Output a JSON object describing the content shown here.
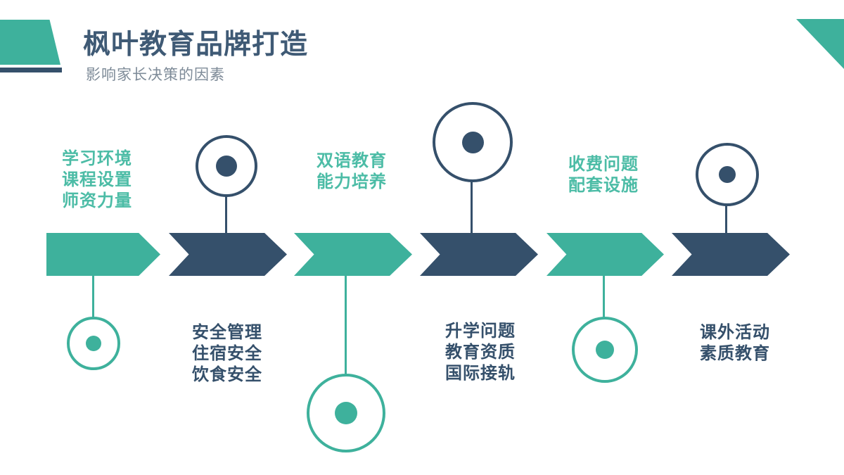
{
  "slide": {
    "title": "枫叶教育品牌打造",
    "subtitle": "影响家长决策的因素"
  },
  "colors": {
    "teal": "#3EB19C",
    "teal-text": "#4CBCA6",
    "navy": "#35506B",
    "title-navy": "#3F5A75",
    "subtitle-gray": "#7E8B98"
  },
  "timeline": {
    "steps": [
      {
        "accent": "teal",
        "label_position": "above",
        "lines": [
          "学习环境",
          "课程设置",
          "师资力量"
        ]
      },
      {
        "accent": "navy",
        "label_position": "below",
        "lines": [
          "安全管理",
          "住宿安全",
          "饮食安全"
        ]
      },
      {
        "accent": "teal",
        "label_position": "above",
        "lines": [
          "双语教育",
          "能力培养"
        ]
      },
      {
        "accent": "navy",
        "label_position": "below",
        "lines": [
          "升学问题",
          "教育资质",
          "国际接轨"
        ]
      },
      {
        "accent": "teal",
        "label_position": "above",
        "lines": [
          "收费问题",
          "配套设施"
        ]
      },
      {
        "accent": "navy",
        "label_position": "below",
        "lines": [
          "课外活动",
          "素质教育"
        ]
      }
    ]
  }
}
